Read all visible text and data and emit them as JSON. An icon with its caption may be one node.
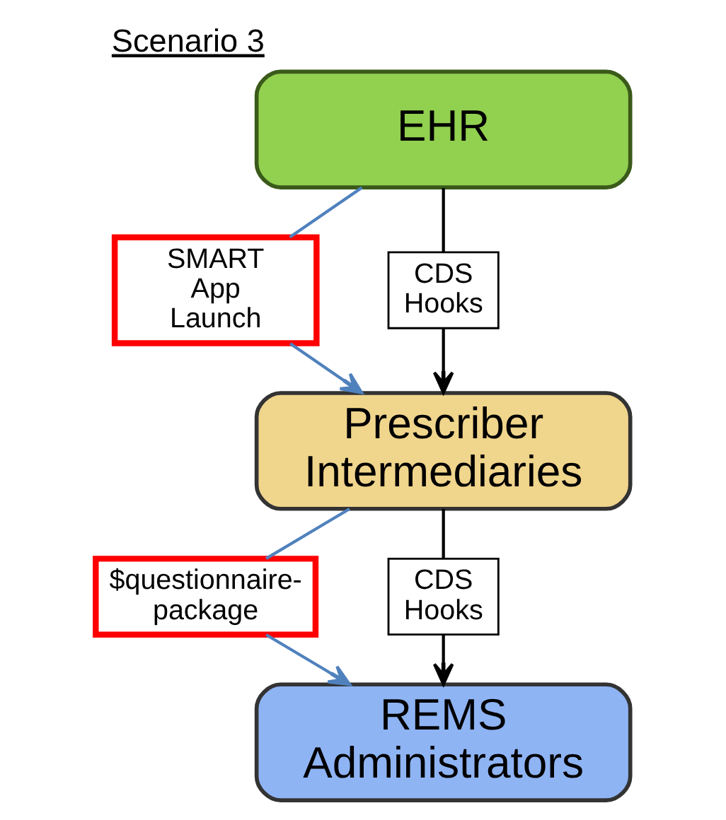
{
  "diagram": {
    "title": "Scenario 3",
    "nodes": [
      {
        "text": [
          "EHR"
        ]
      },
      {
        "text": [
          "SMART App Launch"
        ]
      },
      {
        "text": [
          "CDS Hooks"
        ]
      },
      {
        "text": [
          "Prescriber Intermediaries"
        ]
      },
      {
        "text": [
          "$questionnaire-package"
        ]
      },
      {
        "text": [
          "CDS Hooks"
        ]
      },
      {
        "text": [
          "REMS Administrators"
        ]
      }
    ],
    "edges": [
      {
        "from": 0,
        "to": 1,
        "arrow": "none",
        "color": "#4f81bd"
      },
      {
        "from": 1,
        "to": 3,
        "arrow": "to",
        "color": "#4f81bd"
      },
      {
        "from": 0,
        "to": 2,
        "arrow": "none",
        "color": "#000000"
      },
      {
        "from": 2,
        "to": 3,
        "arrow": "to",
        "color": "#000000"
      },
      {
        "from": 3,
        "to": 4,
        "arrow": "none",
        "color": "#4f81bd"
      },
      {
        "from": 4,
        "to": 6,
        "arrow": "to",
        "color": "#4f81bd"
      },
      {
        "from": 3,
        "to": 5,
        "arrow": "none",
        "color": "#000000"
      },
      {
        "from": 5,
        "to": 6,
        "arrow": "to",
        "color": "#000000"
      }
    ]
  }
}
